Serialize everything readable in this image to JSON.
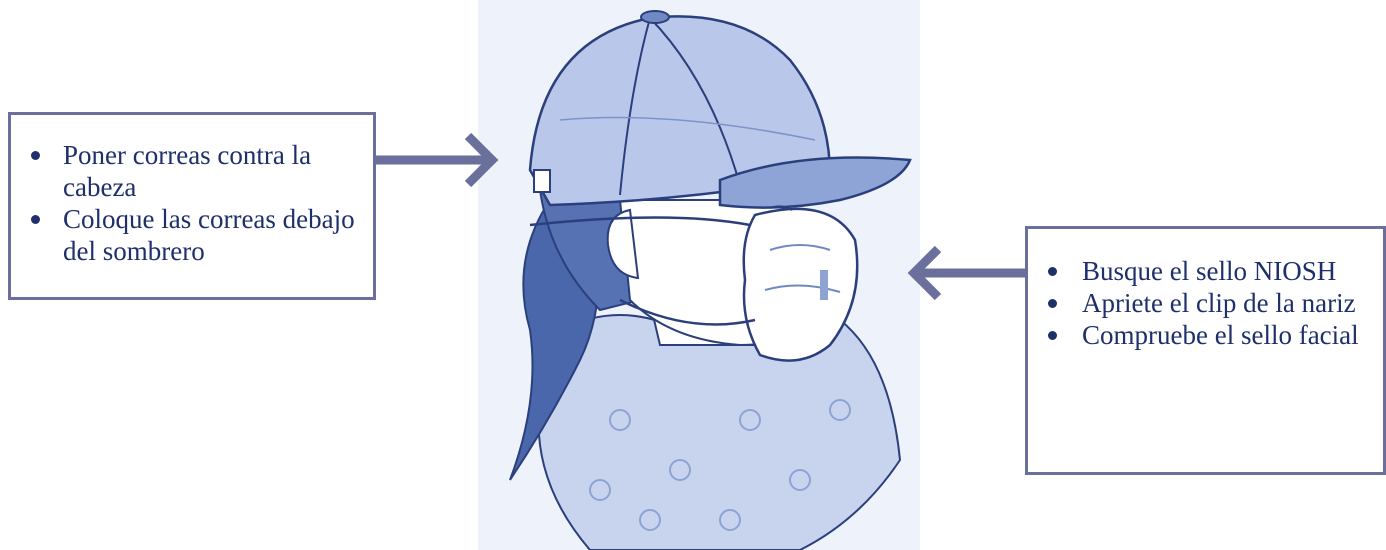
{
  "callouts": {
    "left": {
      "items": [
        "Poner correas contra la cabeza",
        "Coloque las correas debajo del sombrero"
      ]
    },
    "right": {
      "items": [
        "Busque el sello NIOSH",
        "Apriete el clip de la nariz",
        "Compruebe el sello facial"
      ]
    }
  },
  "illustration": {
    "subject": "person-wearing-cap-and-n95-respirator-icon",
    "colors": {
      "fill_dark": "#4a67ab",
      "fill_mid": "#6e89c4",
      "fill_light": "#c0cdea",
      "background": "#e9eef8",
      "line": "#2b3f7d"
    }
  },
  "arrows": {
    "color": "#6b6f9c"
  }
}
